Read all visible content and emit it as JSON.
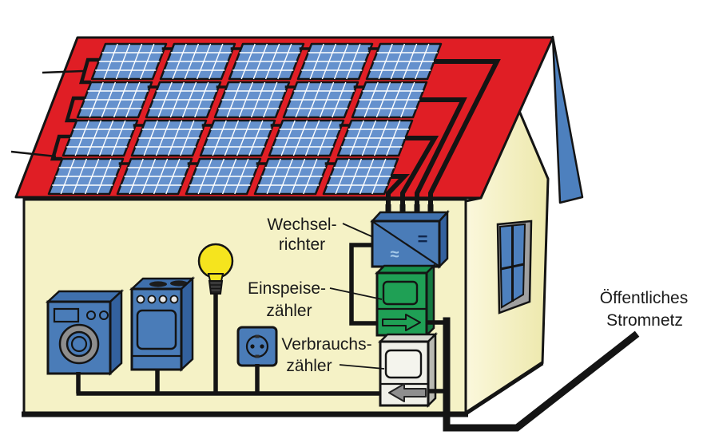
{
  "labels": {
    "inverter": {
      "line1": "Wechsel-",
      "line2": "richter"
    },
    "feed_in_meter": {
      "line1": "Einspeise-",
      "line2": "zähler"
    },
    "consumption_meter": {
      "line1": "Verbrauchs-",
      "line2": "zähler"
    },
    "public_grid": {
      "line1": "Öffentliches",
      "line2": "Stromnetz"
    }
  },
  "inverter_symbols": {
    "ac": "≈",
    "dc": "="
  },
  "solar_array": {
    "rows": 4,
    "panels_per_row": 5,
    "cell_columns": 5,
    "cell_rows": 4
  },
  "colors": {
    "roof_red": "#E01E25",
    "panel_blue": "#6591CD",
    "panel_grid": "#FFFFFF",
    "back_roof_blue": "#4D80BE",
    "wall_yellow": "#F5F2C6",
    "gable_light": "#FBF8DC",
    "gable_dark": "#EDE8AC",
    "appliance_blue": "#4A7CB8",
    "appliance_top": "#3F70AD",
    "appliance_side": "#33619E",
    "meter_green": "#1FA055",
    "meter_green_top": "#17914C",
    "meter_green_side": "#147840",
    "meter_white": "#EFEFE8",
    "meter_white_top": "#D8D8D0",
    "meter_white_side": "#B9B9B1",
    "display_white": "#F4F4ED",
    "arrow_gray": "#8E8E8E",
    "window_blue": "#4D80BE",
    "frame_gray": "#A0A0A0",
    "bulb_yellow": "#F5E41E",
    "bulb_base": "#3A3A3A",
    "knob_white": "#E6E6E6",
    "wire_black": "#141414",
    "outline": "#141414",
    "ac_symbol": "#A6CBEA",
    "dc_symbol": "#10264C",
    "text_color": "#1A1A1A"
  }
}
